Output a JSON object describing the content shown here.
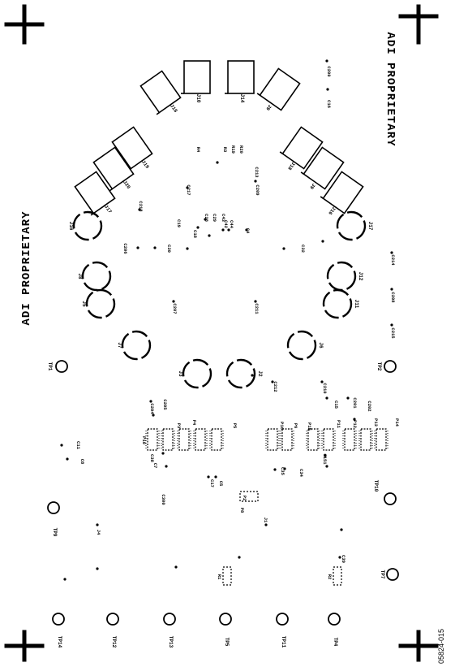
{
  "figure_id": "05824-015",
  "banner_text": "ADI PROPRIETARY",
  "connectors": [
    "J10",
    "J14",
    "J9",
    "J18",
    "J19",
    "J20",
    "J17",
    "J16",
    "J21"
  ],
  "jacks": [
    "J16",
    "J17",
    "J8",
    "J12",
    "J5",
    "J11",
    "J7",
    "J6",
    "J3",
    "J2"
  ],
  "test_points": [
    "TP14",
    "TP12",
    "TP13",
    "TP5",
    "TP11",
    "TP4",
    "TP1",
    "TP2",
    "TP9",
    "TP10",
    "TP7"
  ],
  "parts": [
    "C200",
    "C16",
    "R20",
    "R19",
    "R3",
    "R4",
    "C213",
    "C217",
    "C209",
    "C218",
    "C43",
    "C29",
    "C28",
    "C19",
    "C18",
    "C4",
    "C44",
    "C42",
    "C206",
    "C30",
    "C32",
    "C214",
    "C208",
    "C215",
    "C207",
    "C211",
    "C212",
    "C210",
    "C204",
    "C205",
    "C201",
    "C202",
    "C11",
    "C8",
    "C38",
    "C7",
    "C17",
    "C5",
    "C35",
    "C151",
    "C34",
    "C15",
    "C39",
    "P2",
    "P8",
    "R1",
    "R2",
    "J1",
    "J4",
    "C300",
    "P10",
    "P3",
    "P4",
    "P5",
    "P6",
    "P11",
    "P12",
    "P13",
    "P14",
    "P15",
    "P16"
  ]
}
